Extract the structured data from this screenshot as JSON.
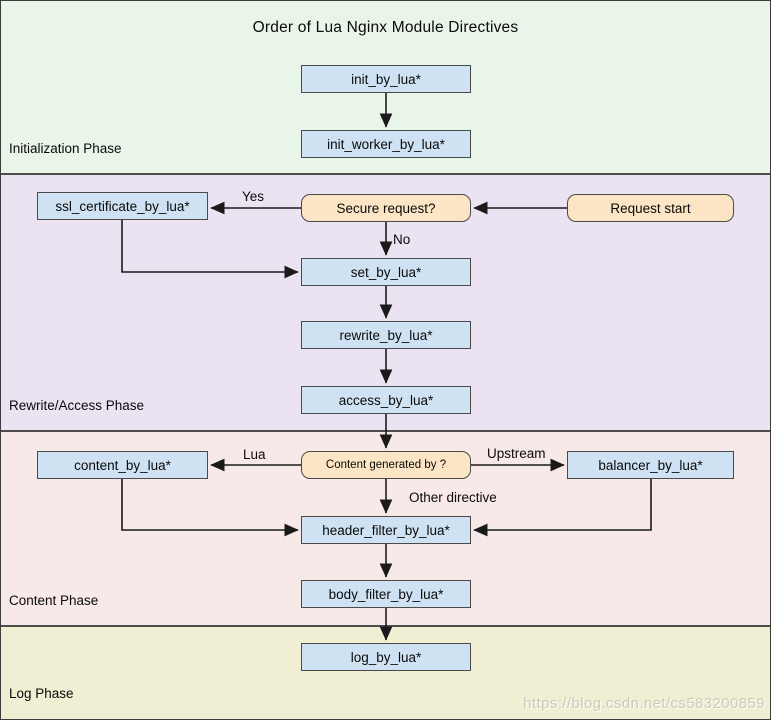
{
  "title": "Order of Lua Nginx Module Directives",
  "phases": {
    "initialization": {
      "label": "Initialization Phase",
      "bg": "#e9f5e9"
    },
    "rewrite_access": {
      "label": "Rewrite/Access Phase",
      "bg": "#ebe3f1"
    },
    "content": {
      "label": "Content Phase",
      "bg": "#f6e9e8"
    },
    "log": {
      "label": "Log Phase",
      "bg": "#f0eed3"
    }
  },
  "nodes": {
    "init_by_lua": "init_by_lua*",
    "init_worker_by_lua": "init_worker_by_lua*",
    "ssl_certificate_by_lua": "ssl_certificate_by_lua*",
    "secure_request": "Secure request?",
    "request_start": "Request start",
    "set_by_lua": "set_by_lua*",
    "rewrite_by_lua": "rewrite_by_lua*",
    "access_by_lua": "access_by_lua*",
    "content_by_lua": "content_by_lua*",
    "content_generated_by": "Content generated by ?",
    "balancer_by_lua": "balancer_by_lua*",
    "header_filter_by_lua": "header_filter_by_lua*",
    "body_filter_by_lua": "body_filter_by_lua*",
    "log_by_lua": "log_by_lua*"
  },
  "edge_labels": {
    "yes": "Yes",
    "no": "No",
    "lua": "Lua",
    "upstream": "Upstream",
    "other_directive": "Other directive"
  },
  "watermark": "https://blog.csdn.net/cs583200859",
  "colors": {
    "directive_box_fill": "#cfe2f3",
    "decision_box_fill": "#fce5c4",
    "box_border": "#4a4a4a",
    "band_separator": "#4d4d4d",
    "arrow": "#1a1a1a"
  }
}
